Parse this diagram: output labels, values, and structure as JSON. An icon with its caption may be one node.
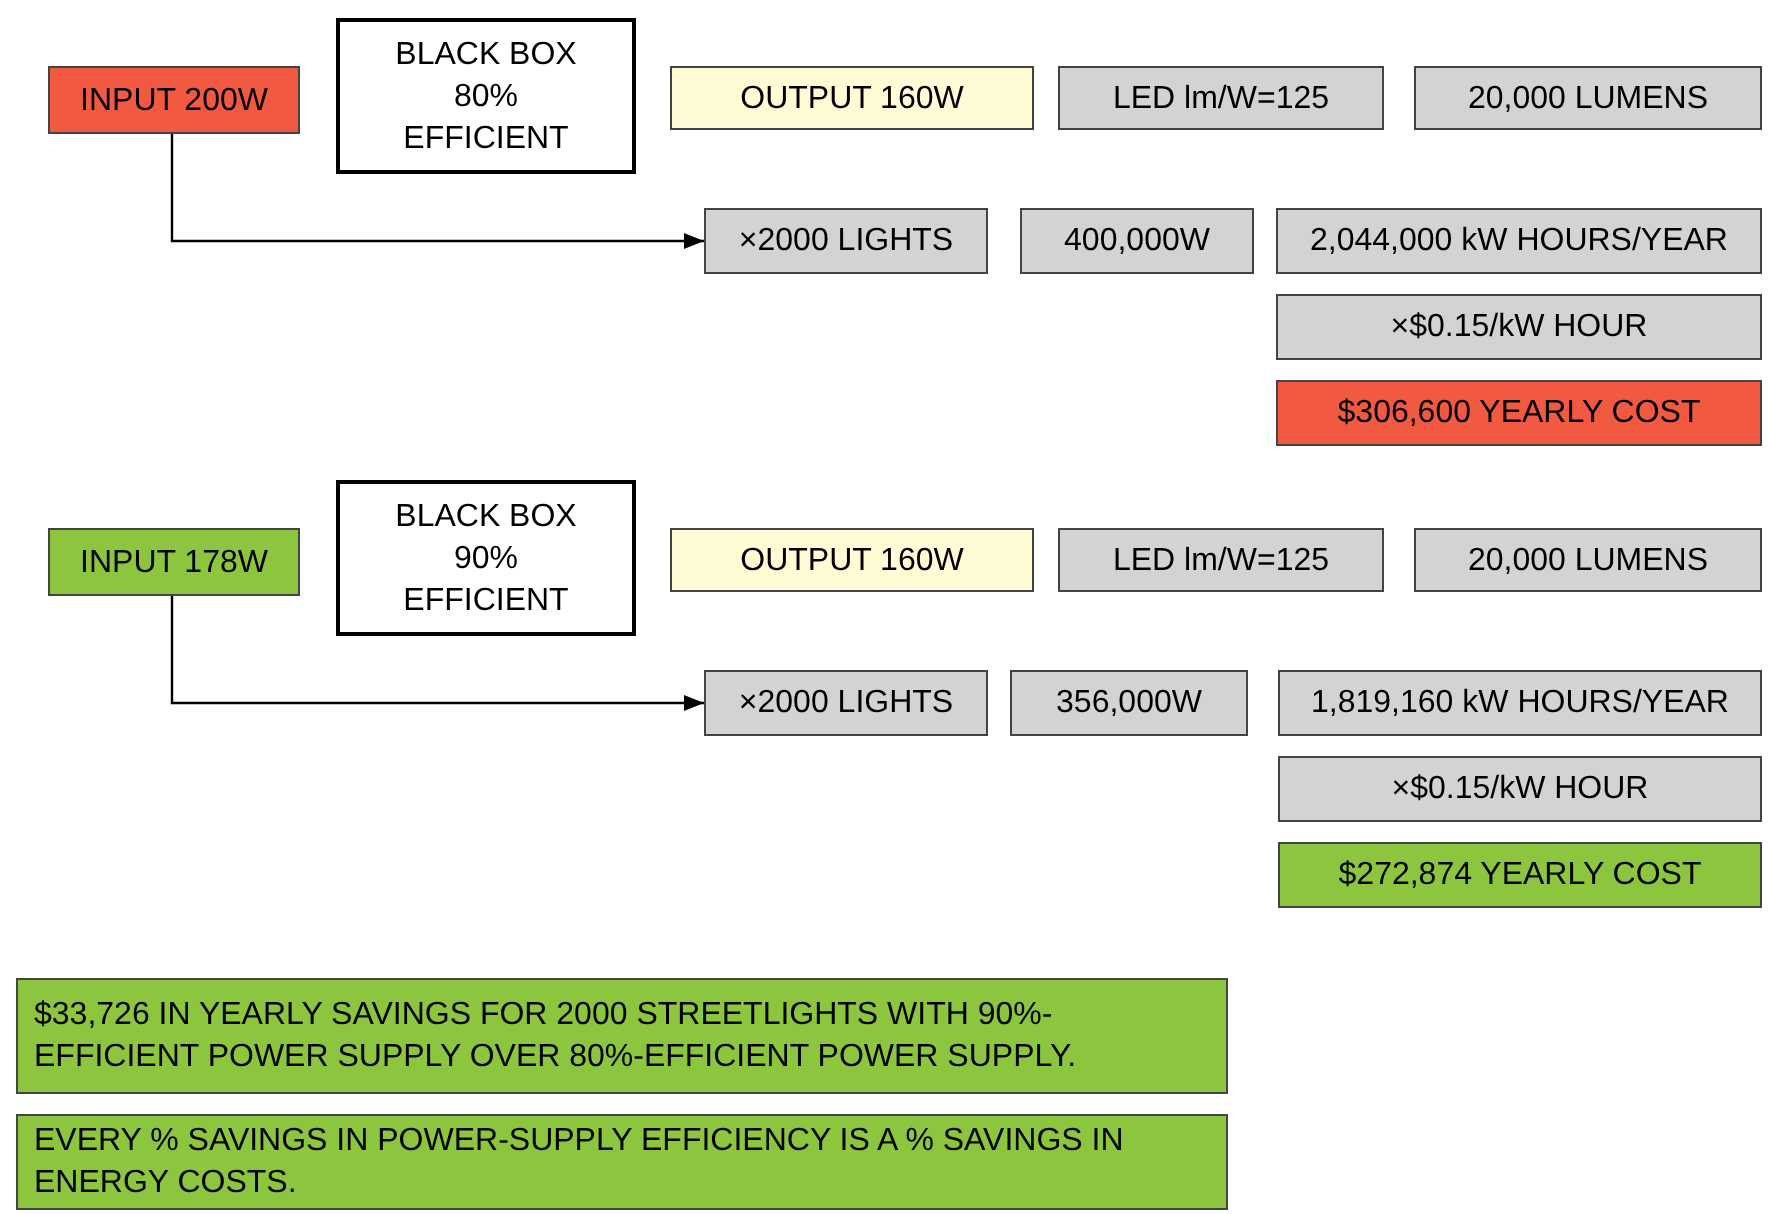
{
  "diagram": {
    "nodes": [
      {
        "text": [
          "INPUT 200W"
        ]
      },
      {
        "text": [
          "BLACK BOX 80% EFFICIENT"
        ]
      },
      {
        "text": [
          "OUTPUT 160W"
        ]
      },
      {
        "text": [
          "LED lm/W=125"
        ]
      },
      {
        "text": [
          "20,000 LUMENS"
        ]
      },
      {
        "text": [
          "×2000 LIGHTS"
        ]
      },
      {
        "text": [
          "400,000W"
        ]
      },
      {
        "text": [
          "2,044,000 kW HOURS/YEAR"
        ]
      },
      {
        "text": [
          "×$0.15/kW HOUR"
        ]
      },
      {
        "text": [
          "$306,600 YEARLY COST"
        ]
      },
      {
        "text": [
          "INPUT 178W"
        ]
      },
      {
        "text": [
          "BLACK BOX 90% EFFICIENT"
        ]
      },
      {
        "text": [
          "OUTPUT 160W"
        ]
      },
      {
        "text": [
          "LED lm/W=125"
        ]
      },
      {
        "text": [
          "20,000 LUMENS"
        ]
      },
      {
        "text": [
          "×2000 LIGHTS"
        ]
      },
      {
        "text": [
          "356,000W"
        ]
      },
      {
        "text": [
          "1,819,160 kW HOURS/YEAR"
        ]
      },
      {
        "text": [
          "×$0.15/kW HOUR"
        ]
      },
      {
        "text": [
          "$272,874 YEARLY COST"
        ]
      },
      {
        "text": [
          "$33,726 IN YEARLY SAVINGS FOR 2000 STREETLIGHTS WITH 90%-EFFICIENT POWER SUPPLY OVER 80%-EFFICIENT POWER SUPPLY."
        ]
      },
      {
        "text": [
          "EVERY % SAVINGS IN POWER-SUPPLY EFFICIENCY IS A % SAVINGS IN ENERGY COSTS."
        ]
      }
    ],
    "edges": [
      {
        "from": 0,
        "to": 5,
        "arrow": "to"
      },
      {
        "from": 10,
        "to": 15,
        "arrow": "to"
      }
    ]
  }
}
